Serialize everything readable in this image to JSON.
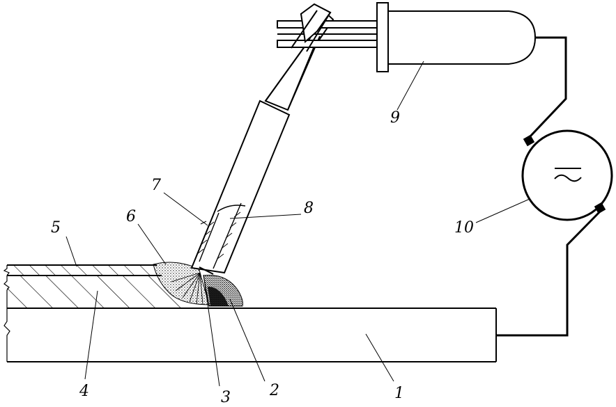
{
  "labels": {
    "l1": "1",
    "l2": "2",
    "l3": "3",
    "l4": "4",
    "l5": "5",
    "l6": "6",
    "l7": "7",
    "l8": "8",
    "l9": "9",
    "l10": "10"
  },
  "source_symbol": "~",
  "colors": {
    "line": "#000000",
    "background": "#ffffff"
  }
}
